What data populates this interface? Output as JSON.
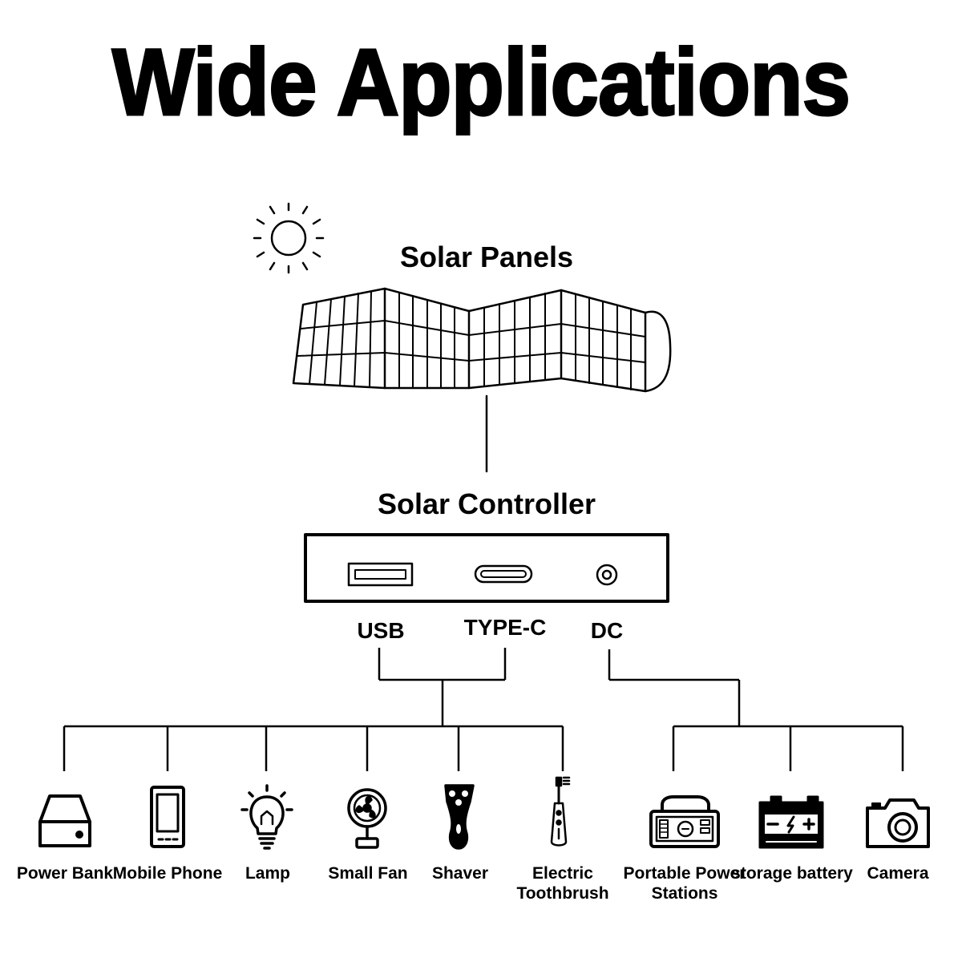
{
  "title": "Wide Applications",
  "solar_panels_label": "Solar Panels",
  "solar_controller_label": "Solar Controller",
  "ports": {
    "usb": "USB",
    "type_c": "TYPE-C",
    "dc": "DC"
  },
  "devices": [
    {
      "label": "Power Bank",
      "icon": "power-bank-icon"
    },
    {
      "label": "Mobile Phone",
      "icon": "mobile-phone-icon"
    },
    {
      "label": "Lamp",
      "icon": "lamp-icon"
    },
    {
      "label": "Small Fan",
      "icon": "fan-icon"
    },
    {
      "label": "Shaver",
      "icon": "shaver-icon"
    },
    {
      "label": "Electric Toothbrush",
      "icon": "toothbrush-icon"
    },
    {
      "label": "Portable Power Stations",
      "icon": "power-station-icon"
    },
    {
      "label": "storage battery",
      "icon": "battery-icon"
    },
    {
      "label": "Camera",
      "icon": "camera-icon"
    }
  ],
  "colors": {
    "stroke": "#000000",
    "background": "#ffffff"
  }
}
